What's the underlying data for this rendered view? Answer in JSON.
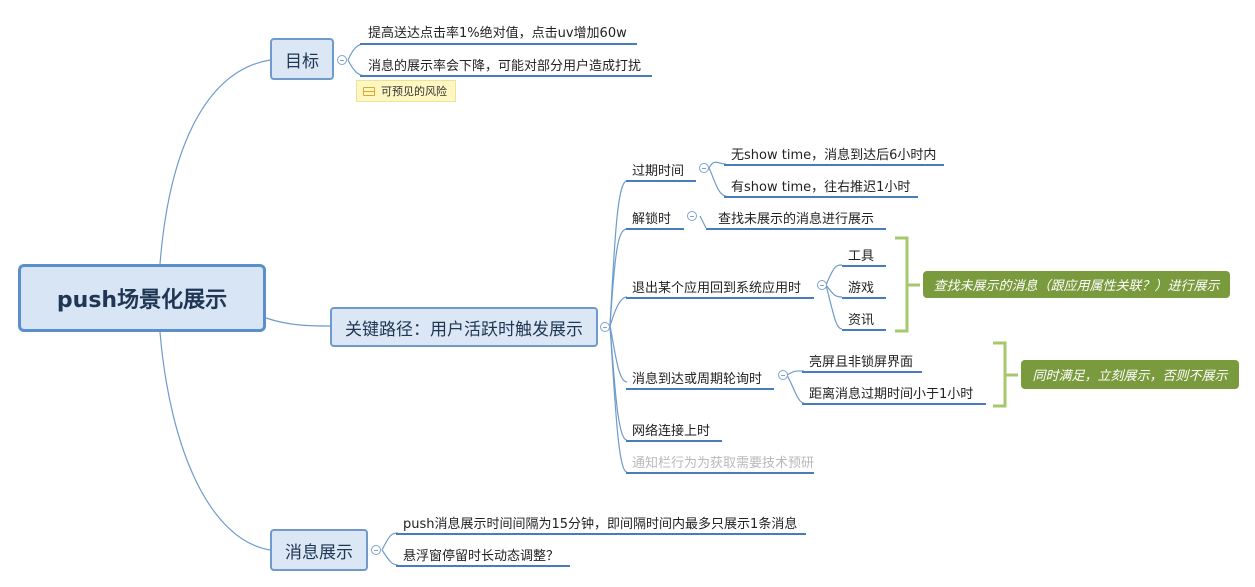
{
  "root": {
    "label": "push场景化展示"
  },
  "goal": {
    "label": "目标",
    "items": [
      "提高送达点击率1%绝对值，点击uv增加60w",
      "消息的展示率会下降，可能对部分用户造成打扰"
    ],
    "note": "可预见的风险"
  },
  "path": {
    "label": "关键路径：用户活跃时触发展示",
    "expire": {
      "label": "过期时间",
      "items": [
        "无show time，消息到达后6小时内",
        "有show time，往右推迟1小时"
      ]
    },
    "unlock": {
      "label": "解锁时",
      "items": [
        "查找未展示的消息进行展示"
      ]
    },
    "exit_app": {
      "label": "退出某个应用回到系统应用时",
      "items": [
        "工具",
        "游戏",
        "资讯"
      ],
      "summary": "查找未展示的消息（跟应用属性关联？）进行展示"
    },
    "arrive": {
      "label": "消息到达或周期轮询时",
      "items": [
        "亮屏且非锁屏界面",
        "距离消息过期时间小于1小时"
      ],
      "summary": "同时满足，立刻展示，否则不展示"
    },
    "network": {
      "label": "网络连接上时"
    },
    "notify": {
      "label": "通知栏行为为获取需要技术预研"
    }
  },
  "display": {
    "label": "消息展示",
    "items": [
      "push消息展示时间间隔为15分钟，即间隔时间内最多只展示1条消息",
      "悬浮窗停留时长动态调整？"
    ]
  },
  "colors": {
    "line": "#6f9bcc",
    "underline": "#4a7bbd",
    "summary": "#7a9a3e",
    "bracket": "#a6c76c"
  }
}
